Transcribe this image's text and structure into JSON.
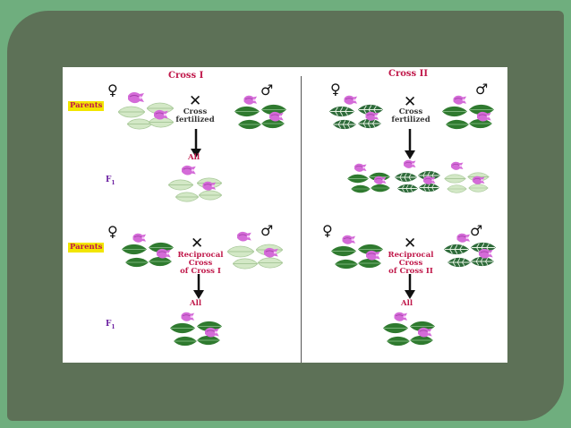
{
  "cross1": {
    "title": "Cross I",
    "parents_label": "Parents",
    "female_symbol": "♀",
    "male_symbol": "♂",
    "cross_symbol": "✕",
    "cross_label_line1": "Cross",
    "cross_label_line2": "fertilized",
    "result_label": "All",
    "f1_label": "F",
    "f1_sub": "1",
    "reciprocal_line1": "Reciprocal",
    "reciprocal_line2": "Cross",
    "reciprocal_line3": "of Cross I",
    "reciprocal_result_label": "All",
    "reciprocal_f1_label": "F",
    "reciprocal_f1_sub": "1"
  },
  "cross2": {
    "title": "Cross II",
    "female_symbol": "♀",
    "male_symbol": "♂",
    "cross_symbol": "✕",
    "cross_label_line1": "Cross",
    "cross_label_line2": "fertilized",
    "reciprocal_line1": "Reciprocal",
    "reciprocal_line2": "Cross",
    "reciprocal_line3": "of Cross II",
    "reciprocal_result_label": "All"
  },
  "colors": {
    "background": "#6fae7e",
    "slide": "#5d7157",
    "title_red": "#c0184a",
    "parents_highlight": "#f2e600",
    "flower": "#d46bd8",
    "green_leaf": "#2f7a2f",
    "pale_leaf": "#cfe6c2",
    "variegated_leaf": "#2e6b3a"
  },
  "icons": [
    "female-symbol-icon",
    "male-symbol-icon",
    "cross-icon",
    "down-arrow-icon",
    "plant-icon"
  ]
}
